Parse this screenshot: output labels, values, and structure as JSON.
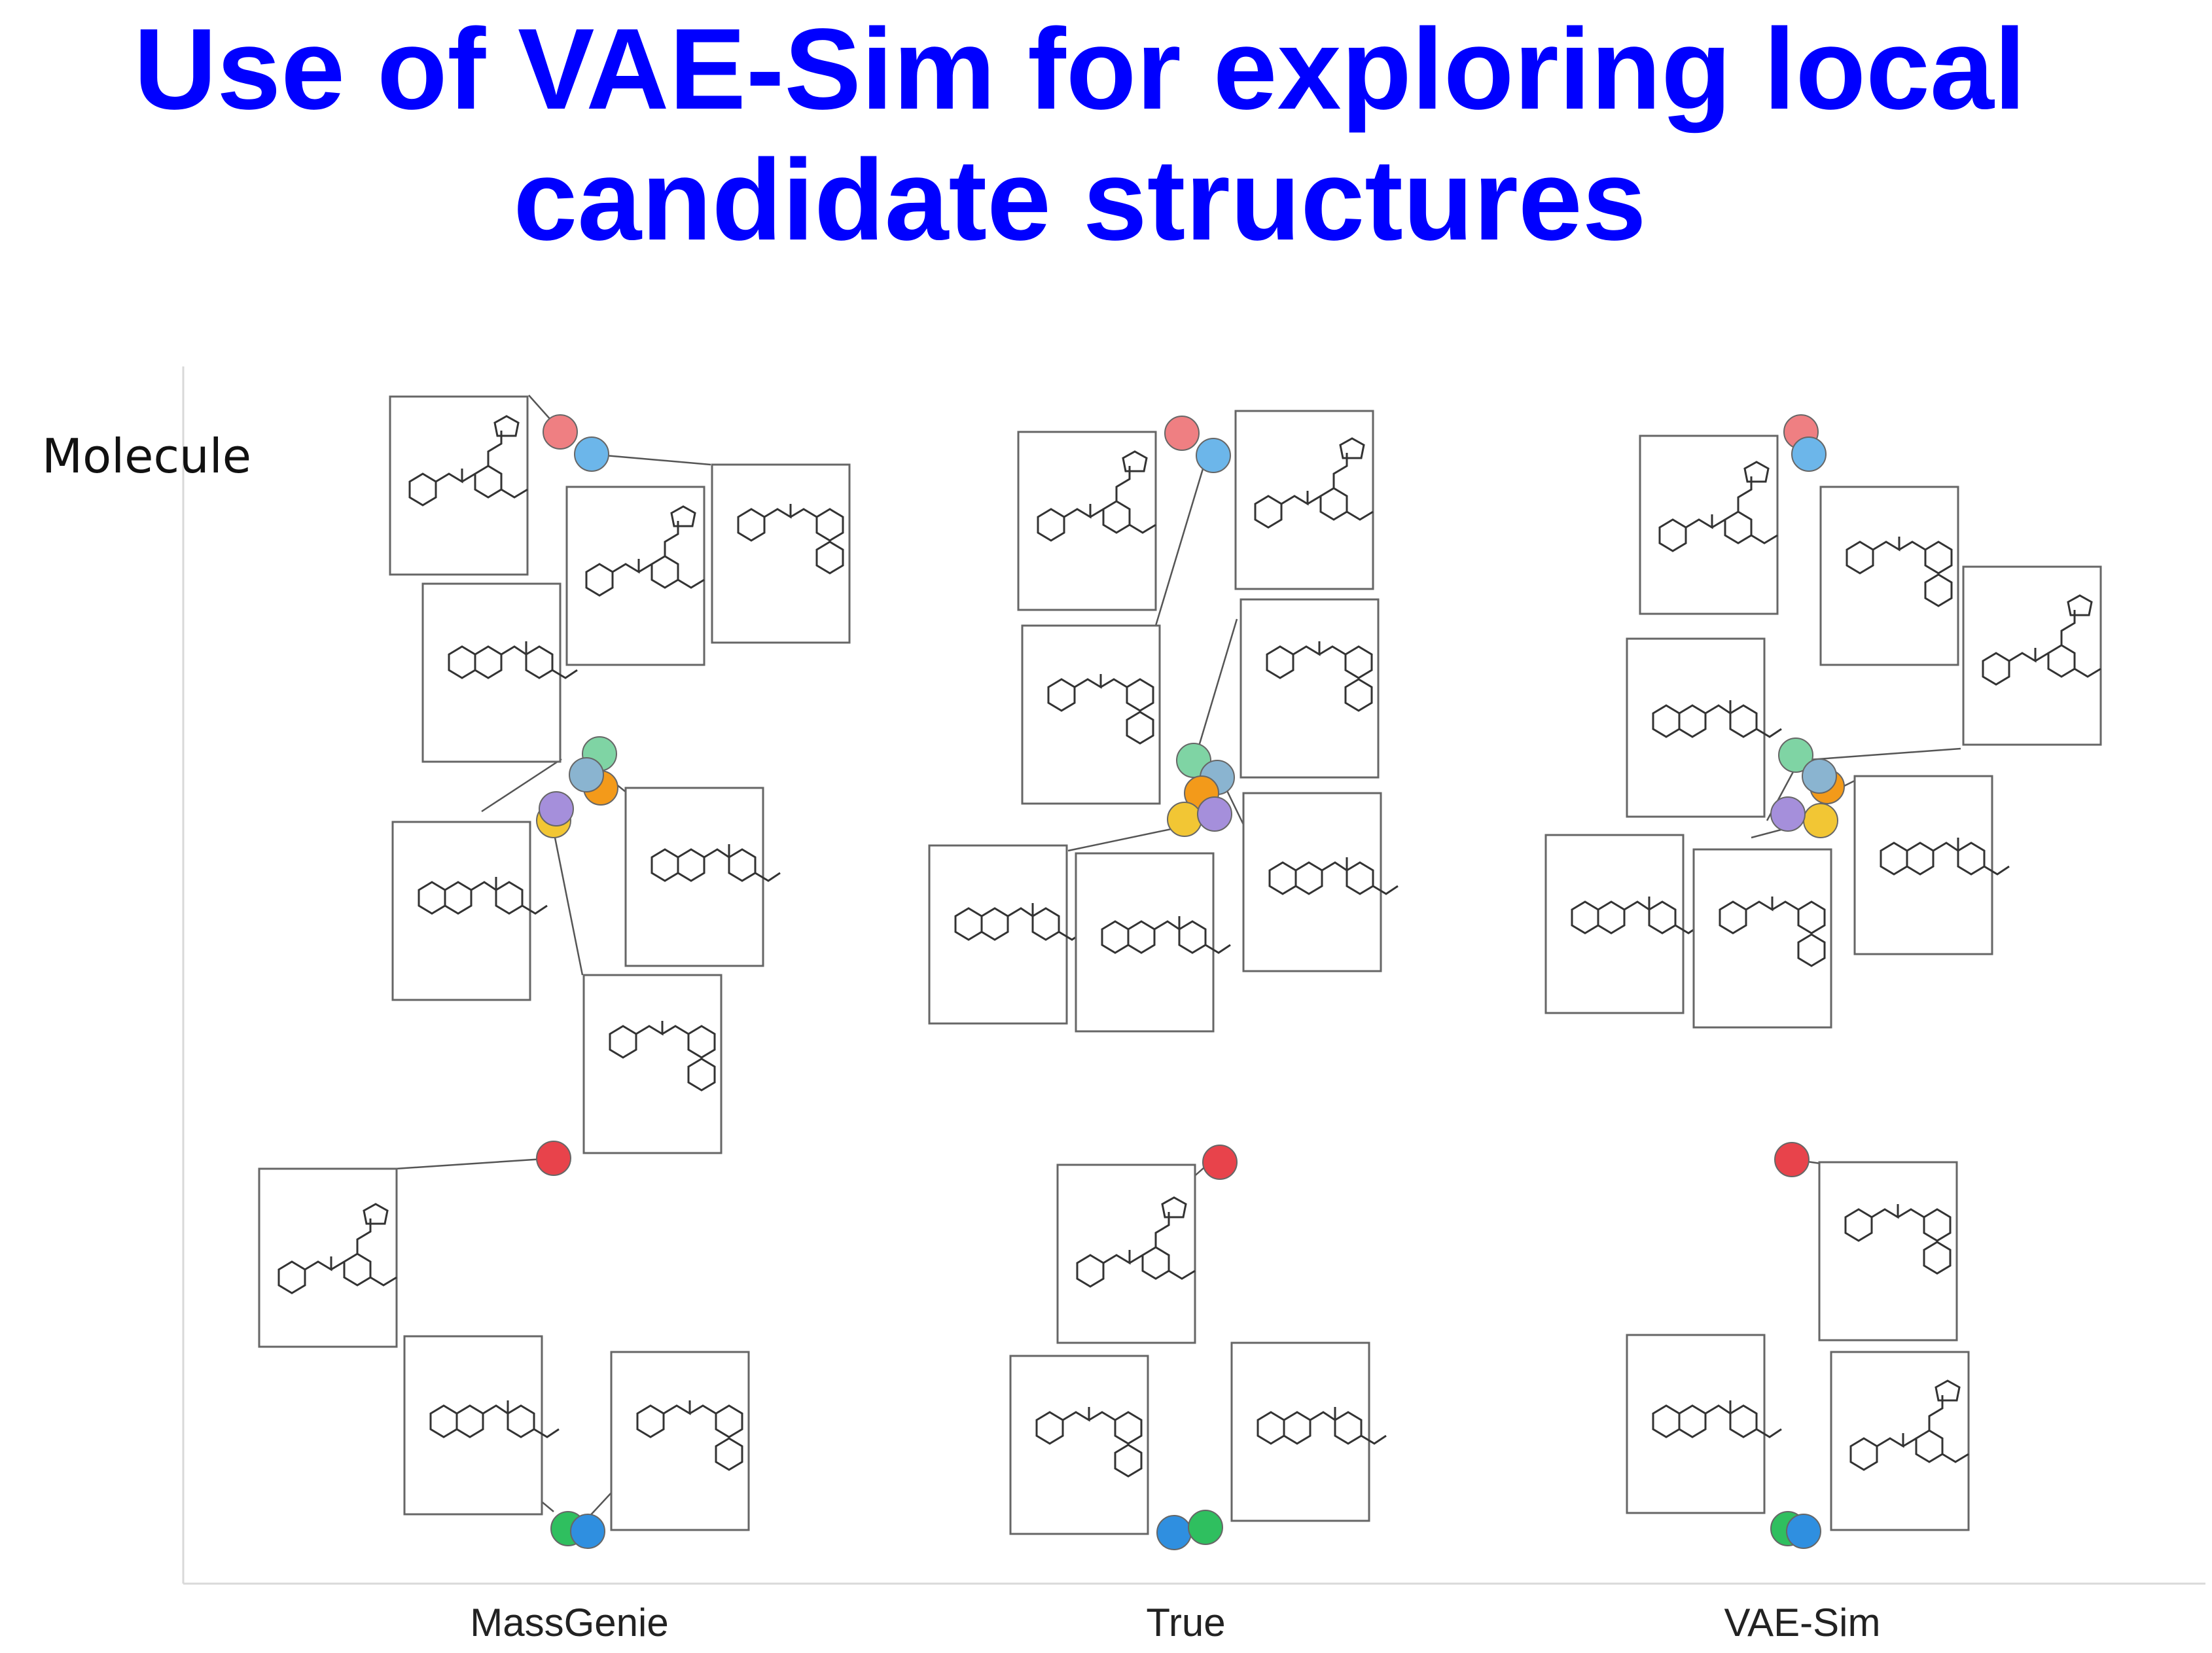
{
  "title": {
    "line1": "Use of VAE-Sim for exploring local",
    "line2": "candidate structures"
  },
  "y_axis_label": "Molecule",
  "x_axis_labels": [
    "MassGenie",
    "True",
    "VAE-Sim"
  ],
  "colors": {
    "title": "#0000ff",
    "red": "#e8434b",
    "pink": "#ef7f82",
    "blue": "#2f8fe0",
    "light_blue": "#6cb6ea",
    "green": "#2fbf5f",
    "mint": "#7fd4a4",
    "steel": "#8ab4d0",
    "orange": "#f39a1a",
    "purple": "#a58fdb",
    "yellow": "#f2c634"
  },
  "molecule_card_icon": "chemical-structure-drawing"
}
